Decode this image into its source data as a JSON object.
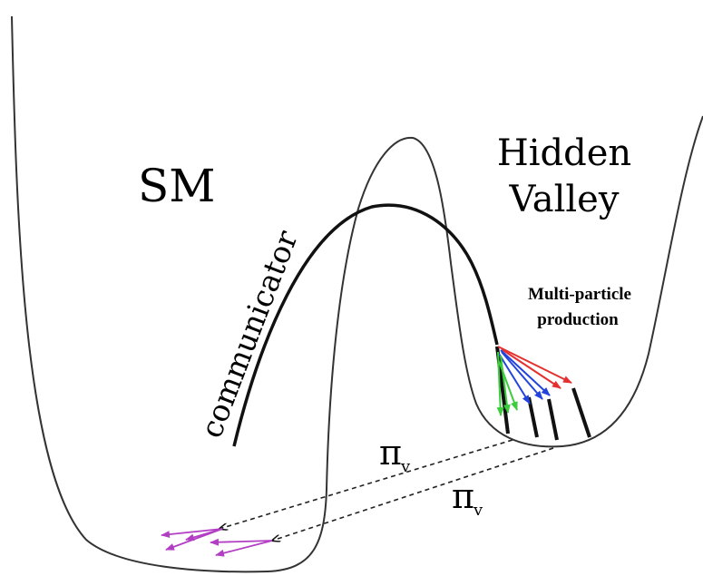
{
  "labels": {
    "sm": "SM",
    "hidden_valley_line1": "Hidden",
    "hidden_valley_line2": "Valley",
    "communicator": "communicator",
    "multi_particle_line1": "Multi-particle",
    "multi_particle_line2": "production",
    "pi_v_1": "π",
    "pi_v_1_sub": "v",
    "pi_v_2": "π",
    "pi_v_2_sub": "v"
  },
  "colors": {
    "line": "#111111",
    "thin_line": "#333333",
    "arrow_red": "#e53030",
    "arrow_blue": "#2244dd",
    "arrow_green": "#3dcc3d",
    "arrow_purple": "#b23fc3"
  }
}
